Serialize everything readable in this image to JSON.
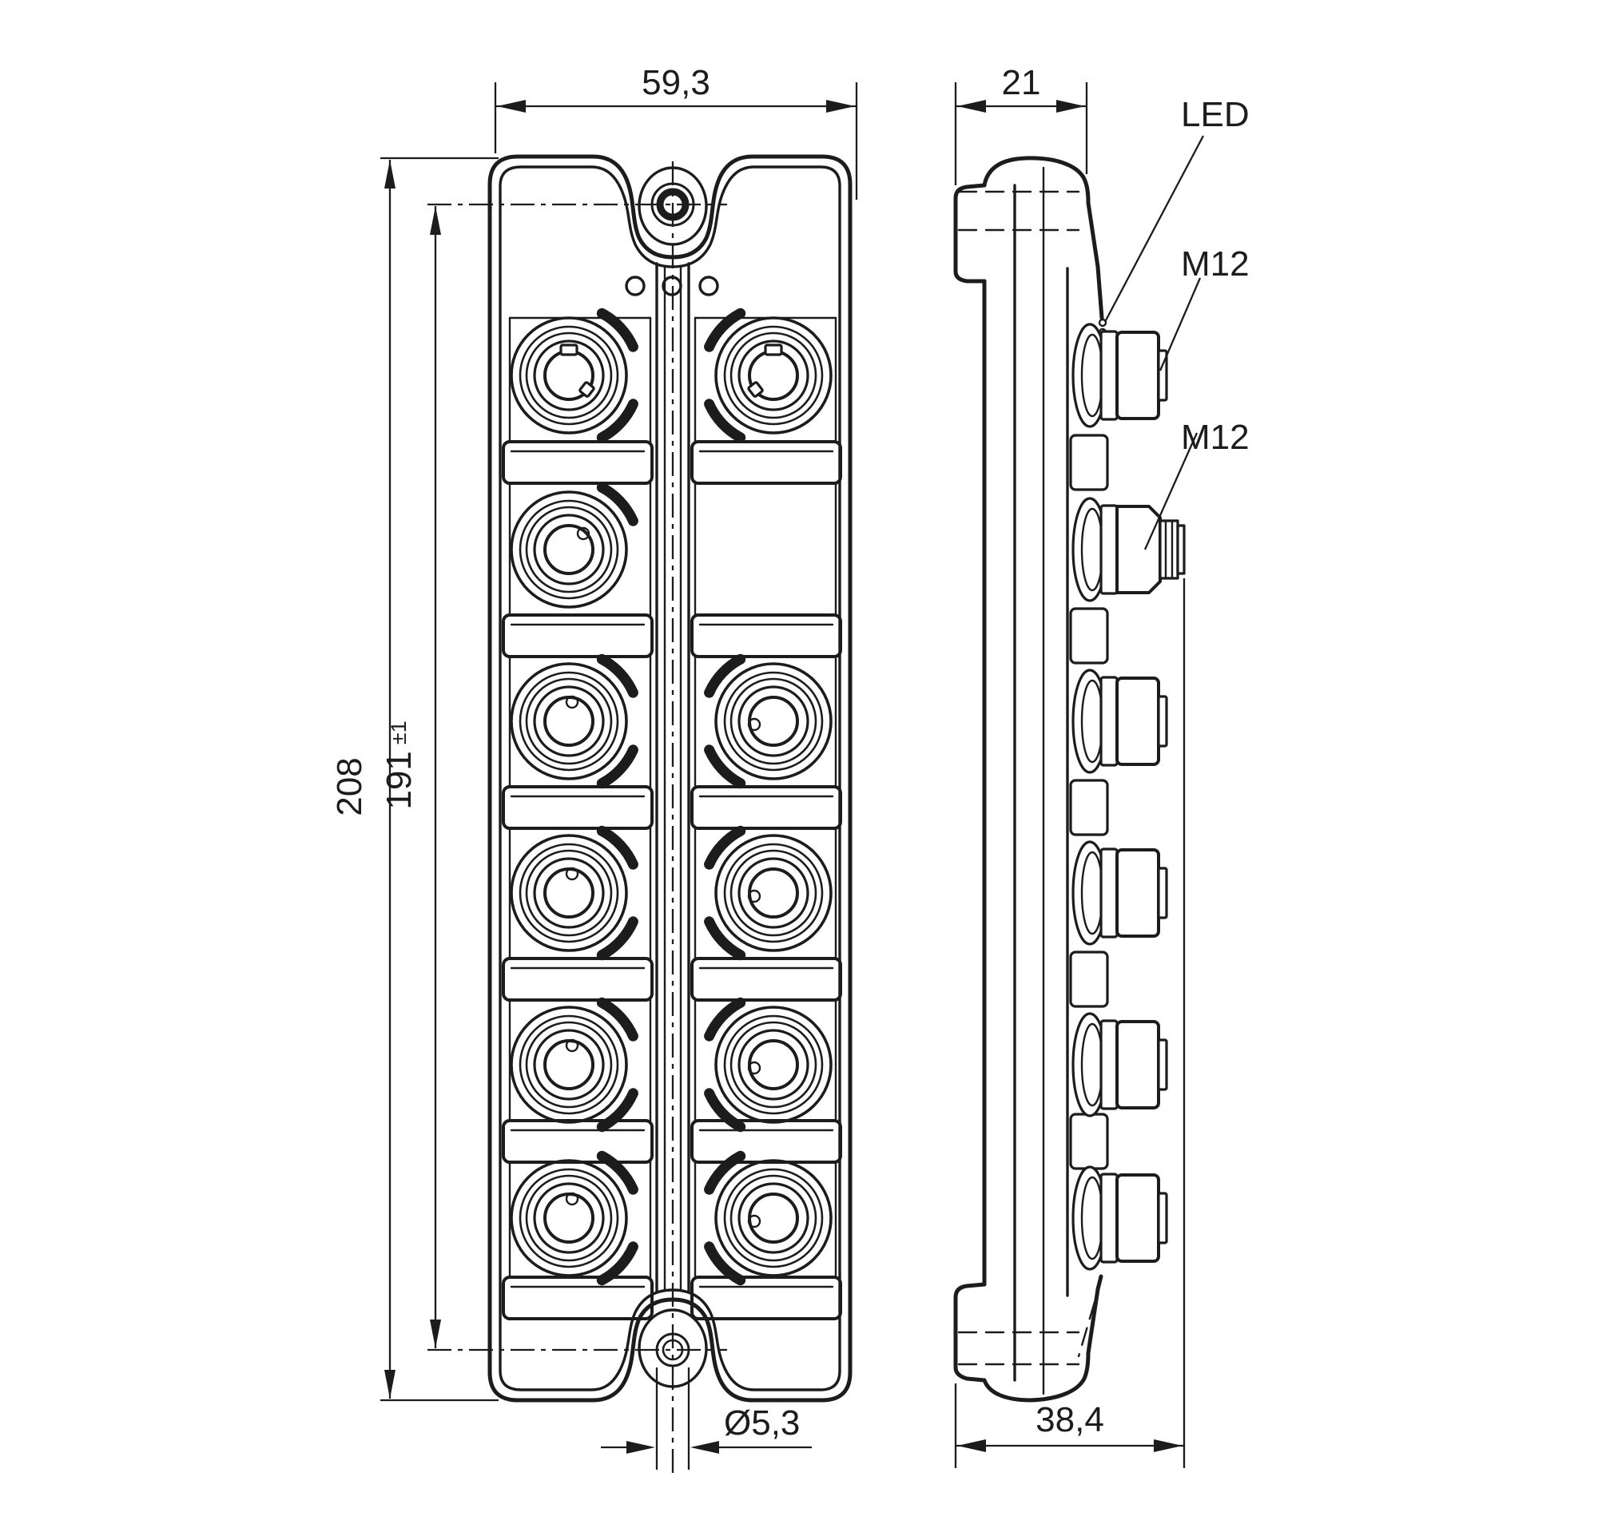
{
  "colors": {
    "line": "#1c1c1c",
    "background": "#ffffff"
  },
  "dimensions": {
    "front_width": "59,3",
    "body_depth": "21",
    "overall_height": "208",
    "hole_spacing": "191",
    "hole_spacing_tolerance": "±1",
    "mounting_hole_diameter": "Ø5,3",
    "total_depth": "38,4"
  },
  "annotations": {
    "led": "LED",
    "m12_port_top": "M12",
    "m12_port_second": "M12"
  }
}
